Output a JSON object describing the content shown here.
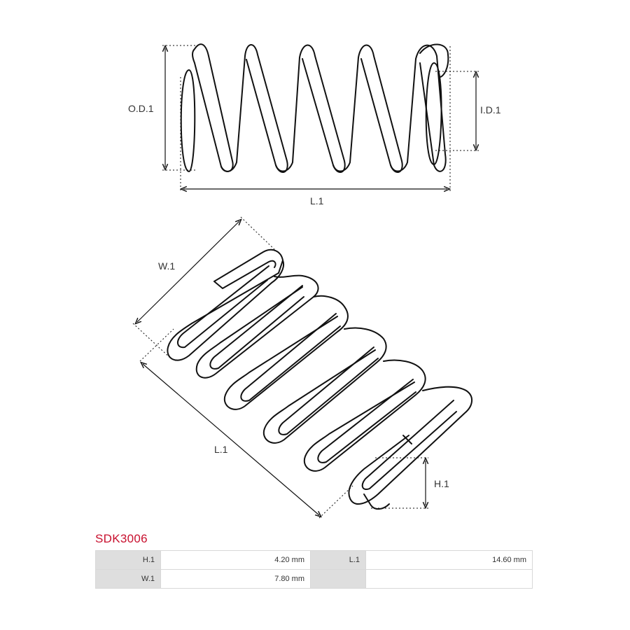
{
  "diagram": {
    "top_view": {
      "od_label": "O.D.1",
      "id_label": "I.D.1",
      "length_label": "L.1"
    },
    "iso_view": {
      "width_label": "W.1",
      "length_label": "L.1",
      "height_label": "H.1"
    }
  },
  "product": {
    "code": "SDK3006",
    "specs": [
      [
        {
          "label": "H.1",
          "value": "4.20 mm"
        },
        {
          "label": "L.1",
          "value": "14.60 mm"
        }
      ],
      [
        {
          "label": "W.1",
          "value": "7.80 mm"
        },
        {
          "label": "",
          "value": ""
        }
      ]
    ]
  },
  "colors": {
    "code_red": "#c8102e",
    "label_cell": "#dedede",
    "border": "#d8d8d8"
  }
}
